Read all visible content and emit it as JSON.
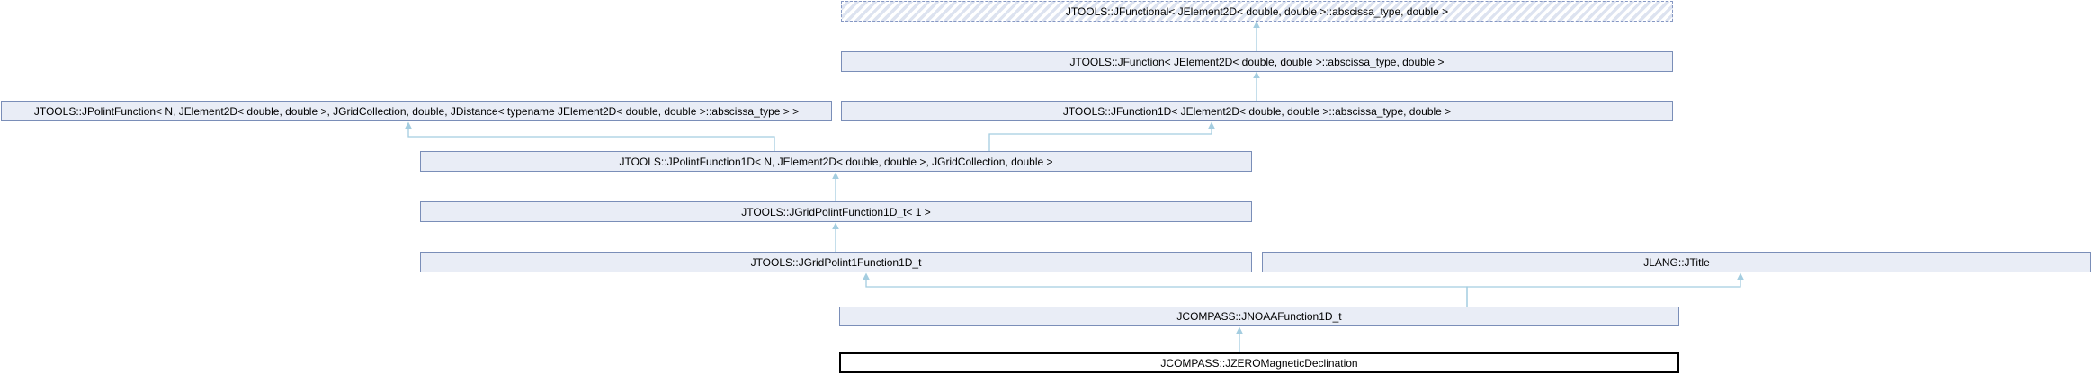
{
  "diagram": {
    "kind": "class-inheritance-graph",
    "target_class": "JCOMPASS::JZEROMagneticDeclination",
    "nodes": [
      {
        "id": "jfunctional",
        "label": "JTOOLS::JFunctional< JElement2D< double, double >::abscissa_type, double >",
        "style": "dashed-hatched"
      },
      {
        "id": "jfunction",
        "label": "JTOOLS::JFunction< JElement2D< double, double >::abscissa_type, double >",
        "style": "solid"
      },
      {
        "id": "jpolintfunction",
        "label": "JTOOLS::JPolintFunction< N, JElement2D< double, double >, JGridCollection, double, JDistance< typename JElement2D< double, double >::abscissa_type > >",
        "style": "solid"
      },
      {
        "id": "jfunction1d",
        "label": "JTOOLS::JFunction1D< JElement2D< double, double >::abscissa_type, double >",
        "style": "solid"
      },
      {
        "id": "jpolintfunction1d",
        "label": "JTOOLS::JPolintFunction1D< N, JElement2D< double, double >, JGridCollection, double >",
        "style": "solid"
      },
      {
        "id": "jgridpolintfunction1d_t",
        "label": "JTOOLS::JGridPolintFunction1D_t< 1 >",
        "style": "solid"
      },
      {
        "id": "jgridpolint1function1d_t",
        "label": "JTOOLS::JGridPolint1Function1D_t",
        "style": "solid"
      },
      {
        "id": "jtitle",
        "label": "JLANG::JTitle",
        "style": "solid"
      },
      {
        "id": "jnoaafunction1d_t",
        "label": "JCOMPASS::JNOAAFunction1D_t",
        "style": "solid"
      },
      {
        "id": "jzeromagneticdeclination",
        "label": "JCOMPASS::JZEROMagneticDeclination",
        "style": "target-bold"
      }
    ],
    "edges": [
      {
        "from": "jfunction",
        "to": "jfunctional"
      },
      {
        "from": "jfunction1d",
        "to": "jfunction"
      },
      {
        "from": "jpolintfunction1d",
        "to": "jpolintfunction"
      },
      {
        "from": "jpolintfunction1d",
        "to": "jfunction1d"
      },
      {
        "from": "jgridpolintfunction1d_t",
        "to": "jpolintfunction1d"
      },
      {
        "from": "jgridpolint1function1d_t",
        "to": "jgridpolintfunction1d_t"
      },
      {
        "from": "jnoaafunction1d_t",
        "to": "jgridpolint1function1d_t"
      },
      {
        "from": "jnoaafunction1d_t",
        "to": "jtitle"
      },
      {
        "from": "jzeromagneticdeclination",
        "to": "jnoaafunction1d_t"
      }
    ],
    "colors": {
      "node_fill": "#e9edf6",
      "node_border": "#7a8eb8",
      "hatch_stripe": "#dde3f0",
      "arrow": "#a4cde0",
      "target_border": "#000000",
      "text": "#000000",
      "background": "#ffffff"
    }
  }
}
